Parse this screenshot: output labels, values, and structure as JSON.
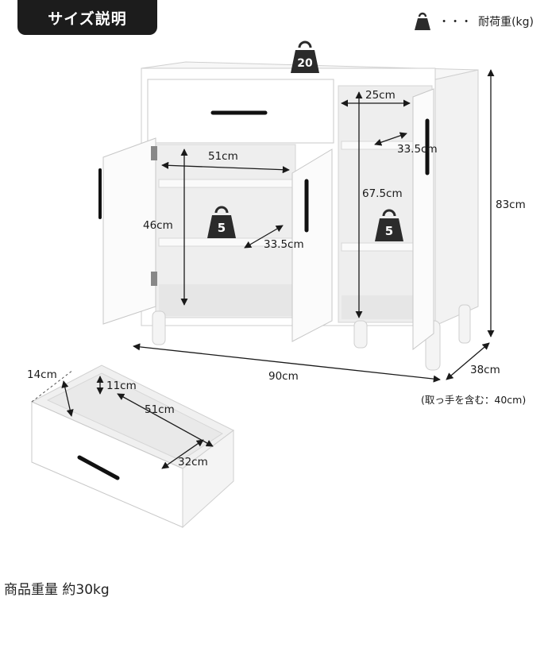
{
  "header": {
    "title": "サイズ説明"
  },
  "legend": {
    "icon": "weight-icon",
    "dots": "・・・",
    "label": "耐荷重(kg)"
  },
  "load_capacity": {
    "top": "20",
    "left_shelf": "5",
    "right_shelf": "5"
  },
  "dimensions": {
    "width": "90cm",
    "height": "83cm",
    "depth": "38cm",
    "depth_note": "(取っ手を含む：40cm)",
    "left_inner_width": "51cm",
    "left_inner_height": "46cm",
    "left_inner_depth": "33.5cm",
    "right_inner_width": "25cm",
    "right_inner_depth": "33.5cm",
    "right_inner_height": "67.5cm",
    "drawer_height": "14cm",
    "drawer_inner_height": "11cm",
    "drawer_inner_width": "51cm",
    "drawer_inner_depth": "32cm"
  },
  "product": {
    "weight_text": "商品重量 約30kg"
  },
  "colors": {
    "badge": "#1c1c1c",
    "cabinet": "#ffffff",
    "icon": "#2b2b2b",
    "arrow": "#1a1a1a"
  }
}
